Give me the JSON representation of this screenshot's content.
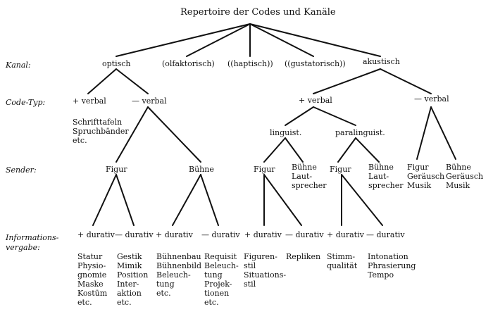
{
  "title": "Repertoire der Codes und Kanäle",
  "row_labels": {
    "kanal": "Kanal:",
    "code_typ": "Code-Typ:",
    "sender": "Sender:",
    "info_1": "Informations-",
    "info_2": "vergabe:"
  },
  "kanal": {
    "optisch": "optisch",
    "olfaktorisch": "(olfaktorisch)",
    "haptisch": "((haptisch))",
    "gustatorisch": "((gustatorisch))",
    "akustisch": "akustisch"
  },
  "code_typ": {
    "opt_plus": "+ verbal",
    "opt_minus": "— verbal",
    "ak_plus": "+ verbal",
    "ak_minus": "— verbal"
  },
  "opt_plus_leaf": [
    "Schrifttafeln",
    "Spruchbänder",
    "etc."
  ],
  "ak_sub": {
    "linguist": "linguist.",
    "paralinguist": "paralinguist."
  },
  "sender": {
    "opt_figur": "Figur",
    "opt_buehne": "Bühne",
    "ling_figur": "Figur",
    "ling_buehne": [
      "Bühne",
      "Laut-",
      "sprecher"
    ],
    "para_figur": "Figur",
    "para_buehne": [
      "Bühne",
      "Laut-",
      "sprecher"
    ],
    "akm_figur": [
      "Figur",
      "Geräusch",
      "Musik"
    ],
    "akm_buehne": [
      "Bühne",
      "Geräusch",
      "Musik"
    ]
  },
  "info": {
    "d1": "+ durativ",
    "d2": "— durativ",
    "d3": "+ durativ",
    "d4": "— durativ",
    "d5": "+ durativ",
    "d6": "— durativ",
    "d7": "+ durativ",
    "d8": "— durativ"
  },
  "leaves": {
    "l1": [
      "Statur",
      "Physio-",
      "gnomie",
      "Maske",
      "Kostüm",
      "etc."
    ],
    "l2": [
      "Gestik",
      "Mimik",
      "Position",
      "Inter-",
      "aktion",
      "etc."
    ],
    "l3": [
      "Bühnenbau",
      "Bühnenbild",
      "Beleuch-",
      "tung",
      "etc."
    ],
    "l4": [
      "Requisit",
      "Beleuch-",
      "tung",
      "Projek-",
      "tionen",
      "etc."
    ],
    "l5": [
      "Figuren-",
      "stil",
      "Situations-",
      "stil"
    ],
    "l6": [
      "Repliken"
    ],
    "l7": [
      "Stimm-",
      "qualität"
    ],
    "l8": [
      "Intonation",
      "Phrasierung",
      "Tempo"
    ]
  }
}
